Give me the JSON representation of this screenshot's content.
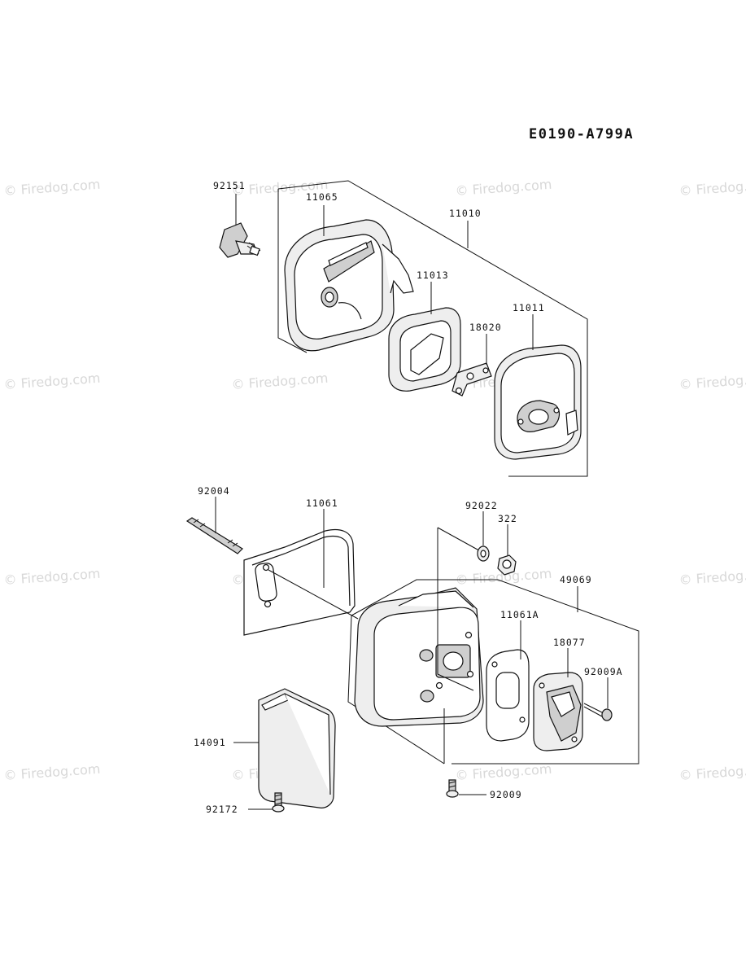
{
  "diagram": {
    "code": "E0190-A799A",
    "watermark": "© Firedog.com",
    "parts": {
      "p92151": "92151",
      "p11065": "11065",
      "p11010": "11010",
      "p11013": "11013",
      "p18020": "18020",
      "p11011": "11011",
      "p92004": "92004",
      "p11061": "11061",
      "p92022": "92022",
      "p322": "322",
      "p49069": "49069",
      "p11061A": "11061A",
      "p18077": "18077",
      "p92009A": "92009A",
      "p14091": "14091",
      "p92172": "92172",
      "p92009": "92009"
    }
  }
}
